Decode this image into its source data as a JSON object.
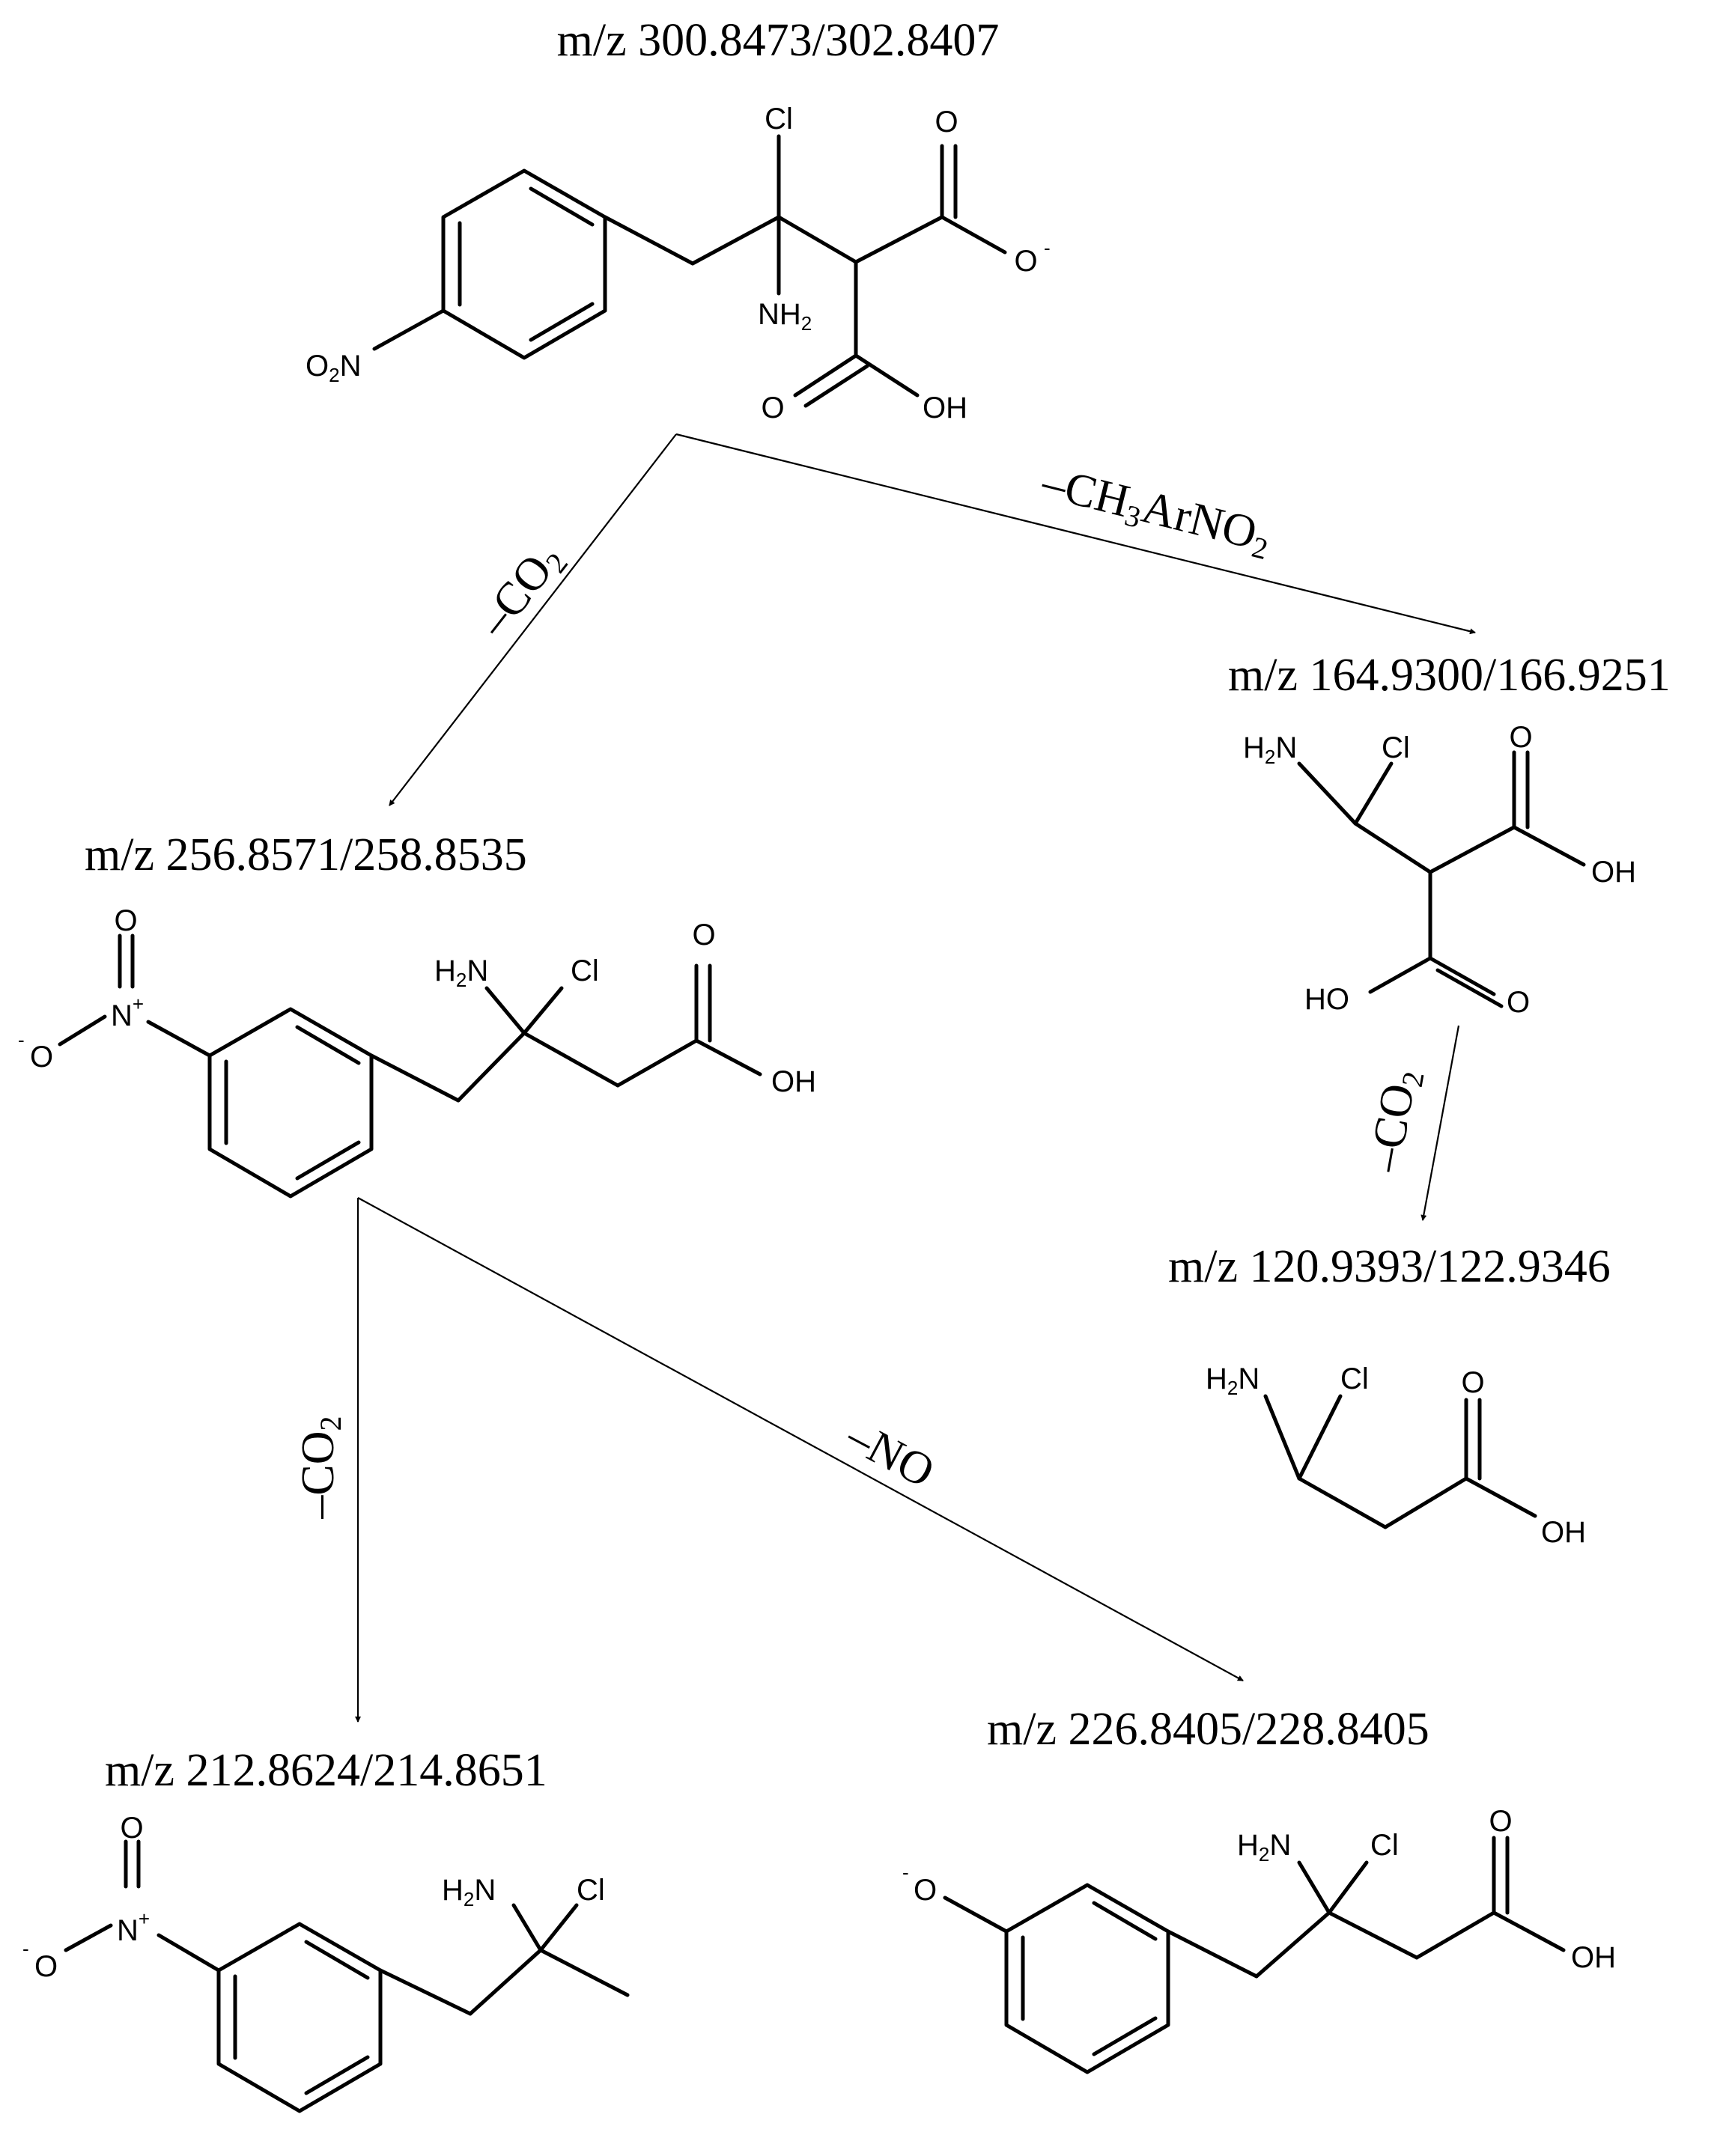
{
  "masses": {
    "parent": "m/z 300.8473/302.8407",
    "decarboxylated": "m/z 256.8571/258.8535",
    "malonic": "m/z 164.9300/166.9251",
    "butanoic": "m/z 120.9393/122.9346",
    "propane": "m/z 212.8624/214.8651",
    "phenoxide": "m/z 226.8405/228.8405"
  },
  "losses": {
    "co2_left": "–CO",
    "co2_left_sub": "2",
    "ch3arno2_a": "–CH",
    "ch3arno2_sub1": "3",
    "ch3arno2_b": "ArNO",
    "ch3arno2_sub2": "2",
    "co2_right": "–CO",
    "co2_right_sub": "2",
    "co2_bottom": "–CO",
    "co2_bottom_sub": "2",
    "no": "–NO"
  },
  "atoms": {
    "cl": "Cl",
    "o": "O",
    "oh": "OH",
    "ho": "HO",
    "nh": "NH",
    "nh_sub": "2",
    "h2n_h": "H",
    "h2n_sub": "2",
    "h2n_n": "N",
    "o2n_o": "O",
    "o2n_sub": "2",
    "o2n_n": "N",
    "n": "N",
    "plus": "+",
    "minus": "-"
  }
}
